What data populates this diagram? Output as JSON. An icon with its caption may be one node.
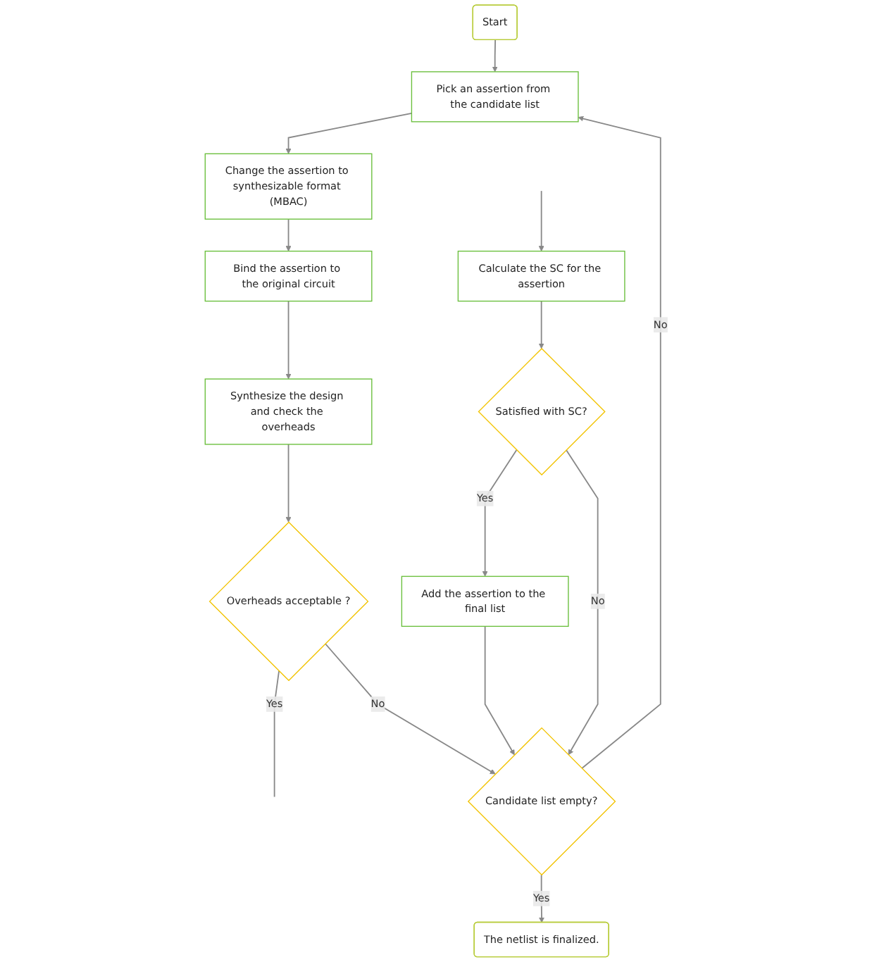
{
  "diagram": {
    "nodes": [
      {
        "text": [
          "Start"
        ]
      },
      {
        "text": [
          "Pick an assertion from the candidate list"
        ]
      },
      {
        "text": [
          "Change the assertion to synthesizable format (MBAC)"
        ]
      },
      {
        "text": [
          "Bind the assertion to the original circuit"
        ]
      },
      {
        "text": [
          "Synthesize the design and check the overheads"
        ]
      },
      {
        "text": [
          "Overheads acceptable ?"
        ]
      },
      {
        "text": [
          "Calculate the SC for the assertion"
        ]
      },
      {
        "text": [
          "Satisfied with SC?"
        ]
      },
      {
        "text": [
          "Add the assertion to the final list"
        ]
      },
      {
        "text": [
          "Candidate list empty?"
        ]
      },
      {
        "text": [
          "The netlist is finalized."
        ]
      }
    ],
    "edges": [
      {
        "from": 0,
        "to": 1,
        "arrow": "to"
      },
      {
        "from": 1,
        "to": 2,
        "arrow": "to"
      },
      {
        "from": 2,
        "to": 3,
        "arrow": "to"
      },
      {
        "from": 3,
        "to": 4,
        "arrow": "to"
      },
      {
        "from": 4,
        "to": 5,
        "arrow": "to"
      },
      {
        "from": 5,
        "to": null,
        "label": "Yes",
        "arrow": "none"
      },
      {
        "from": 5,
        "to": 9,
        "label": "No",
        "arrow": "to"
      },
      {
        "from": null,
        "to": 6,
        "arrow": "to"
      },
      {
        "from": 6,
        "to": 7,
        "arrow": "to"
      },
      {
        "from": 7,
        "to": 8,
        "label": "Yes",
        "arrow": "to"
      },
      {
        "from": 7,
        "to": 9,
        "label": "No",
        "arrow": "to"
      },
      {
        "from": 8,
        "to": 9,
        "arrow": "to"
      },
      {
        "from": 9,
        "to": 10,
        "label": "Yes",
        "arrow": "to"
      },
      {
        "from": 9,
        "to": 1,
        "label": "No",
        "arrow": "to"
      }
    ]
  }
}
